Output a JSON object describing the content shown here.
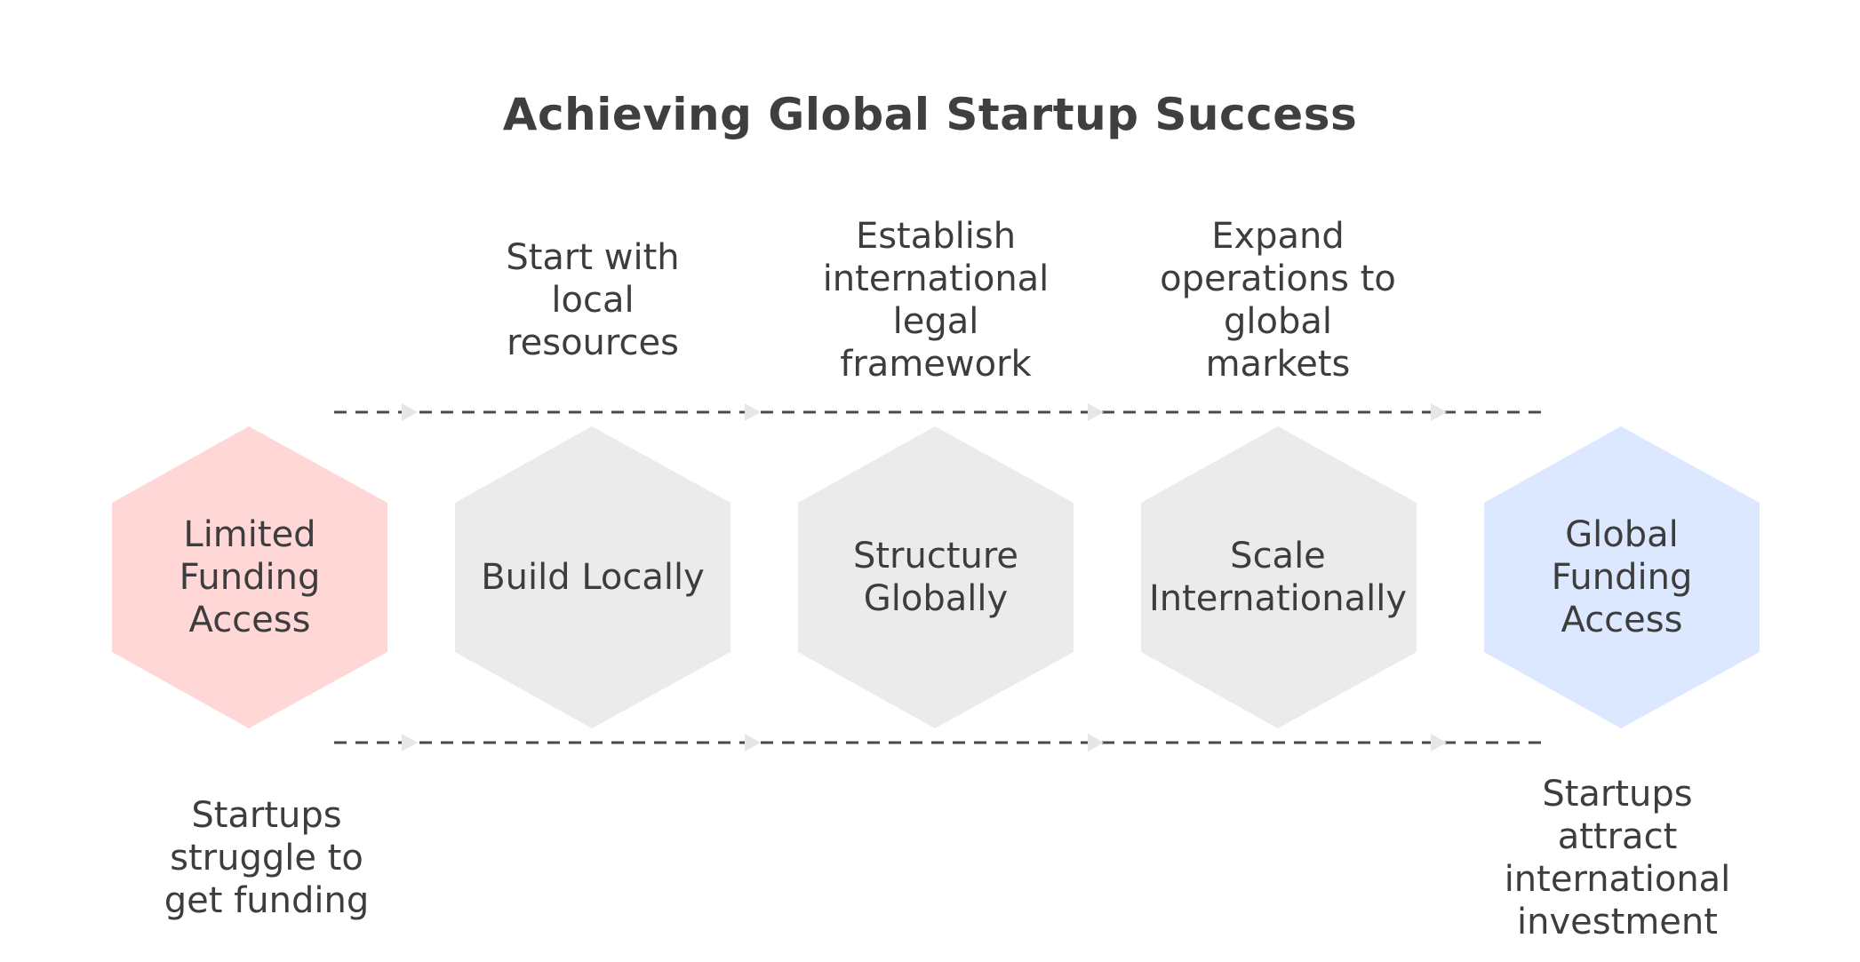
{
  "title": "Achieving Global Startup Success",
  "stages": [
    {
      "id": "start",
      "label": "Limited\nFunding\nAccess",
      "fill": "#ffd7d7"
    },
    {
      "id": "build",
      "label": "Build Locally",
      "fill": "#ebebeb"
    },
    {
      "id": "structure",
      "label": "Structure\nGlobally",
      "fill": "#ebebeb"
    },
    {
      "id": "scale",
      "label": "Scale\nInternationally",
      "fill": "#ebebeb"
    },
    {
      "id": "end",
      "label": "Global\nFunding\nAccess",
      "fill": "#dbe8ff"
    }
  ],
  "top_notes": [
    "Start with\nlocal\nresources",
    "Establish\ninternational\nlegal\nframework",
    "Expand\noperations to\nglobal\nmarkets"
  ],
  "bottom_notes": {
    "start": "Startups\nstruggle to\nget funding",
    "end": "Startups\nattract\ninternational\ninvestment"
  },
  "colors": {
    "text": "#3d3d3d",
    "line": "#4a4a4a",
    "arrow": "#e6e6e6"
  }
}
